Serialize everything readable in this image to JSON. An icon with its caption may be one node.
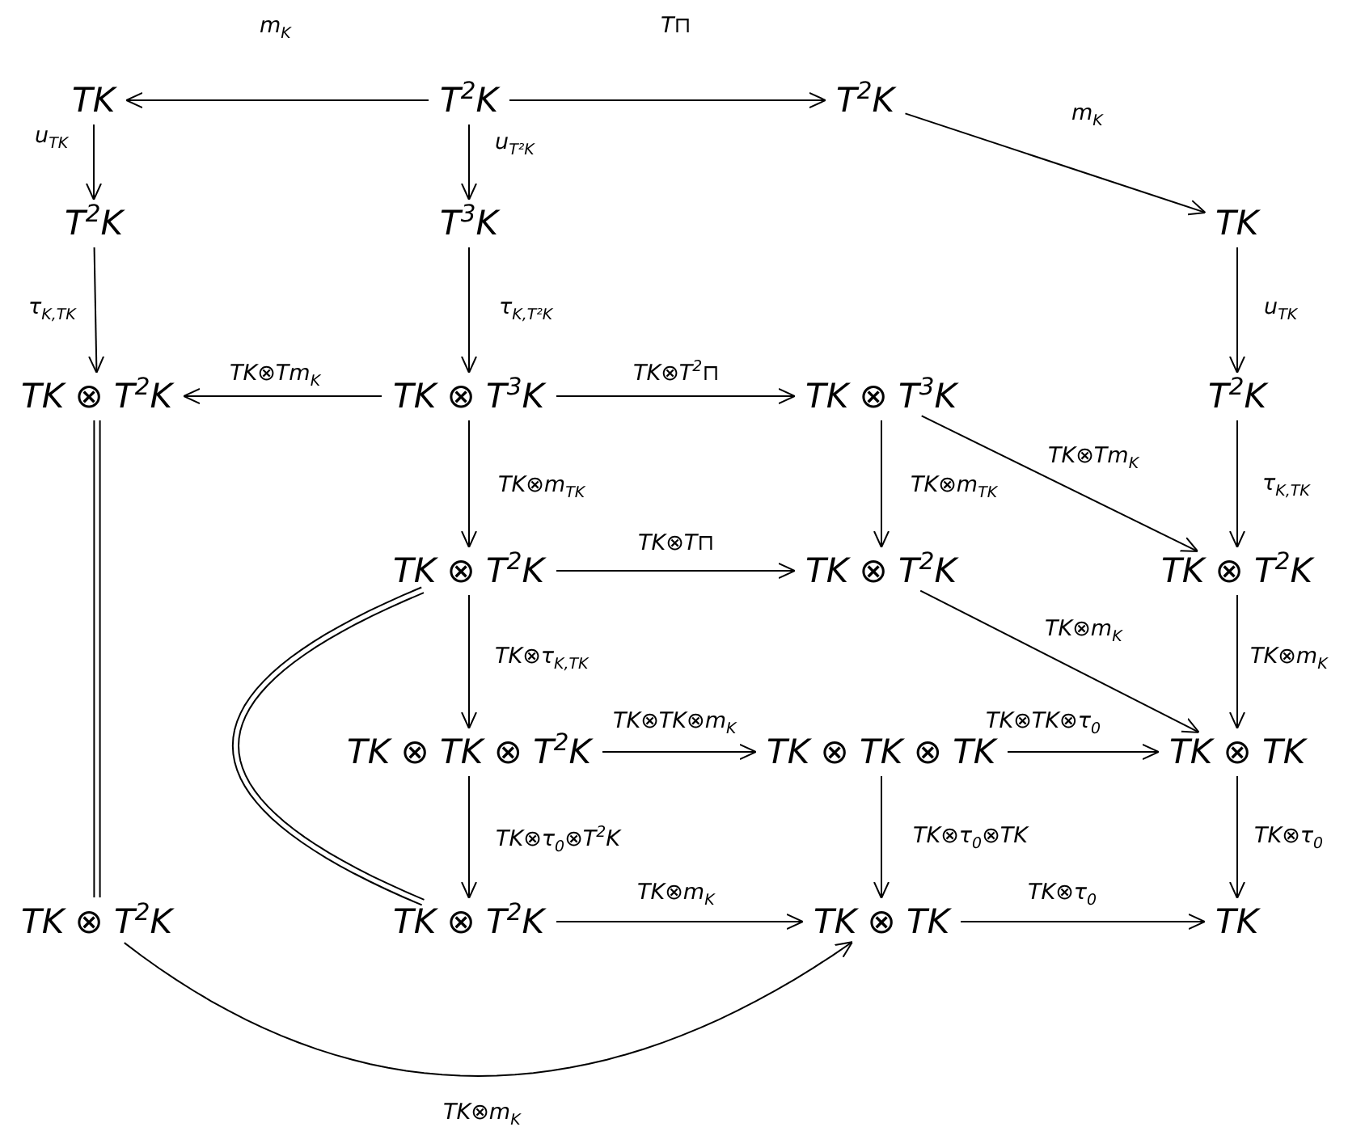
{
  "diagram": {
    "nodes": [
      {
        "text": [
          "TK"
        ]
      },
      {
        "text": [
          "T$^{2}$K"
        ]
      },
      {
        "text": [
          "T$^{2}$K"
        ]
      },
      {
        "text": [
          "T$^{2}$K"
        ]
      },
      {
        "text": [
          "T$^{3}$K"
        ]
      },
      {
        "text": [
          "TK"
        ]
      },
      {
        "text": [
          "TK ⊗ T$^{2}$K"
        ]
      },
      {
        "text": [
          "TK ⊗ T$^{3}$K"
        ]
      },
      {
        "text": [
          "TK ⊗ T$^{3}$K"
        ]
      },
      {
        "text": [
          "T$^{2}$K"
        ]
      },
      {
        "text": [
          "TK ⊗ T$^{2}$K"
        ]
      },
      {
        "text": [
          "TK ⊗ T$^{2}$K"
        ]
      },
      {
        "text": [
          "TK ⊗ T$^{2}$K"
        ]
      },
      {
        "text": [
          "TK ⊗ TK ⊗ T$^{2}$K"
        ]
      },
      {
        "text": [
          "TK ⊗ TK ⊗ TK"
        ]
      },
      {
        "text": [
          "TK ⊗ TK"
        ]
      },
      {
        "text": [
          "TK ⊗ T$^{2}$K"
        ]
      },
      {
        "text": [
          "TK ⊗ T$^{2}$K"
        ]
      },
      {
        "text": [
          "TK ⊗ TK"
        ]
      },
      {
        "text": [
          "TK"
        ]
      }
    ],
    "edges": [
      {
        "from": 1,
        "to": 0,
        "arrow": "to",
        "label": "m$_{K}$"
      },
      {
        "from": 1,
        "to": 2,
        "arrow": "to",
        "label": "T⊓"
      },
      {
        "from": 2,
        "to": 5,
        "arrow": "to",
        "label": "m$_{K}$"
      },
      {
        "from": 0,
        "to": 3,
        "arrow": "to",
        "label": "u$_{TK}$"
      },
      {
        "from": 1,
        "to": 4,
        "arrow": "to",
        "label": "u$_{T²K}$"
      },
      {
        "from": 3,
        "to": 6,
        "arrow": "to",
        "label": "τ$_{K,TK}$"
      },
      {
        "from": 4,
        "to": 7,
        "arrow": "to",
        "label": "τ$_{K,T²K}$"
      },
      {
        "from": 5,
        "to": 9,
        "arrow": "to",
        "label": "u$_{TK}$"
      },
      {
        "from": 7,
        "to": 6,
        "arrow": "to",
        "label": "TK⊗Tm$_{K}$"
      },
      {
        "from": 7,
        "to": 8,
        "arrow": "to",
        "label": "TK⊗T$^{2}$⊓"
      },
      {
        "from": 9,
        "to": 12,
        "arrow": "to",
        "label": "τ$_{K,TK}$"
      },
      {
        "from": 7,
        "to": 10,
        "arrow": "to",
        "label": "TK⊗m$_{TK}$"
      },
      {
        "from": 8,
        "to": 11,
        "arrow": "to",
        "label": "TK⊗m$_{TK}$"
      },
      {
        "from": 8,
        "to": 12,
        "arrow": "to",
        "label": "TK⊗Tm$_{K}$"
      },
      {
        "from": 10,
        "to": 11,
        "arrow": "to",
        "label": "TK⊗T⊓"
      },
      {
        "from": 11,
        "to": 15,
        "arrow": "to",
        "label": "TK⊗m$_{K}$"
      },
      {
        "from": 12,
        "to": 15,
        "arrow": "to",
        "label": "TK⊗m$_{K}$"
      },
      {
        "from": 10,
        "to": 13,
        "arrow": "to",
        "label": "TK⊗τ$_{K,TK}$"
      },
      {
        "from": 13,
        "to": 14,
        "arrow": "to",
        "label": "TK⊗TK⊗m$_{K}$"
      },
      {
        "from": 14,
        "to": 15,
        "arrow": "to",
        "label": "TK⊗TK⊗τ$_{0}$"
      },
      {
        "from": 13,
        "to": 17,
        "arrow": "to",
        "label": "TK⊗τ$_{0}$⊗T$^{2}$K"
      },
      {
        "from": 14,
        "to": 18,
        "arrow": "to",
        "label": "TK⊗τ$_{0}$⊗TK"
      },
      {
        "from": 15,
        "to": 19,
        "arrow": "to",
        "label": "TK⊗τ$_{0}$"
      },
      {
        "from": 17,
        "to": 18,
        "arrow": "to",
        "label": "TK⊗m$_{K}$"
      },
      {
        "from": 18,
        "to": 19,
        "arrow": "to",
        "label": "TK⊗τ$_{0}$"
      },
      {
        "from": 16,
        "to": 18,
        "arrow": "to",
        "label": "TK⊗m$_{K}$"
      },
      {
        "from": 6,
        "to": 16,
        "arrow": "none"
      },
      {
        "from": 10,
        "to": 17,
        "arrow": "none"
      }
    ]
  }
}
